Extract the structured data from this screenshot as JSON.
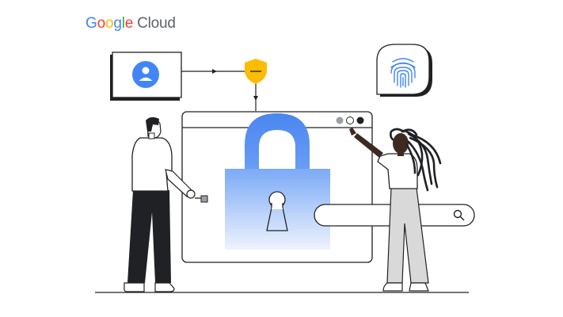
{
  "brand": {
    "google_letters": [
      {
        "ch": "G",
        "color": "#4285F4"
      },
      {
        "ch": "o",
        "color": "#EA4335"
      },
      {
        "ch": "o",
        "color": "#FBBC04"
      },
      {
        "ch": "g",
        "color": "#4285F4"
      },
      {
        "ch": "l",
        "color": "#34A853"
      },
      {
        "ch": "e",
        "color": "#EA4335"
      }
    ],
    "product_word": "Cloud"
  },
  "colors": {
    "ink": "#202124",
    "accent_blue": "#4285F4",
    "shield_yellow": "#FBBC04",
    "lock_gradient_top": "#7baaf7",
    "lock_gradient_bottom": "#e8f0fe",
    "skin_dark": "#3c2a21",
    "pants_gray": "#d9d9d9"
  },
  "icons": [
    "user-avatar-icon",
    "security-shield-icon",
    "fingerprint-icon",
    "padlock-icon",
    "keyhole-icon",
    "search-icon",
    "key-icon"
  ]
}
